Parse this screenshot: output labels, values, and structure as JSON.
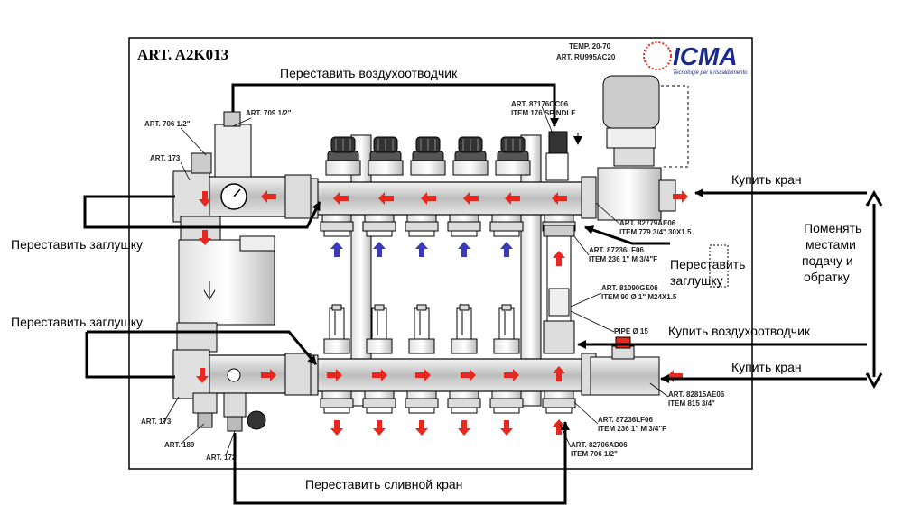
{
  "title": "ART. A2K013",
  "logo": {
    "text": "ICMA",
    "tagline": "Tecnologie per il riscaldamento",
    "color": "#1a2a8a"
  },
  "colors": {
    "arrow_red": "#e8281e",
    "arrow_blue": "#3a3ab8",
    "line": "#000000"
  },
  "art_labels": {
    "a706": "ART. 706 1/2\"",
    "a709": "ART. 709 1/2\"",
    "a173_top": "ART. 173",
    "temp1": "TEMP. 20-70",
    "temp2": "ART. RU995AC20",
    "a87176_1": "ART. 87176OC06",
    "a87176_2": "ITEM 176 SPINDLE",
    "a82779_1": "ART. 82779AE06",
    "a82779_2": "ITEM 779 3/4\" 30X1.5",
    "a87236_top_1": "ART. 87236LF06",
    "a87236_top_2": "ITEM 236 1\" M 3/4\"F",
    "a81090_1": "ART. 81090GE06",
    "a81090_2": "ITEM 90  Ø 1\" M24X1.5",
    "pipe": "PIPE Ø 15",
    "a82815_1": "ART. 82815AE06",
    "a82815_2": "ITEM 815 3/4\"",
    "a87236_bot_1": "ART. 87236LF06",
    "a87236_bot_2": "ITEM 236 1\" M 3/4\"F",
    "a82706_1": "ART. 82706AD06",
    "a82706_2": "ITEM  706 1/2\"",
    "a173_bot": "ART. 173",
    "a189": "ART. 189",
    "a172": "ART. 172"
  },
  "notes": {
    "move_air_vent": "Переставить воздухоотводчик",
    "move_plug_top": "Переставить заглушку",
    "move_plug_bottom": "Переставить заглушку",
    "move_plug_right_1": "Переставить",
    "move_plug_right_2": "заглушку",
    "buy_valve_top": "Купить кран",
    "buy_air_vent": "Купить воздухоотводчик",
    "buy_valve_bottom": "Купить кран",
    "swap_1": "Поменять",
    "swap_2": "местами",
    "swap_3": "подачу и",
    "swap_4": "обратку",
    "move_drain": "Переставить сливной кран"
  }
}
